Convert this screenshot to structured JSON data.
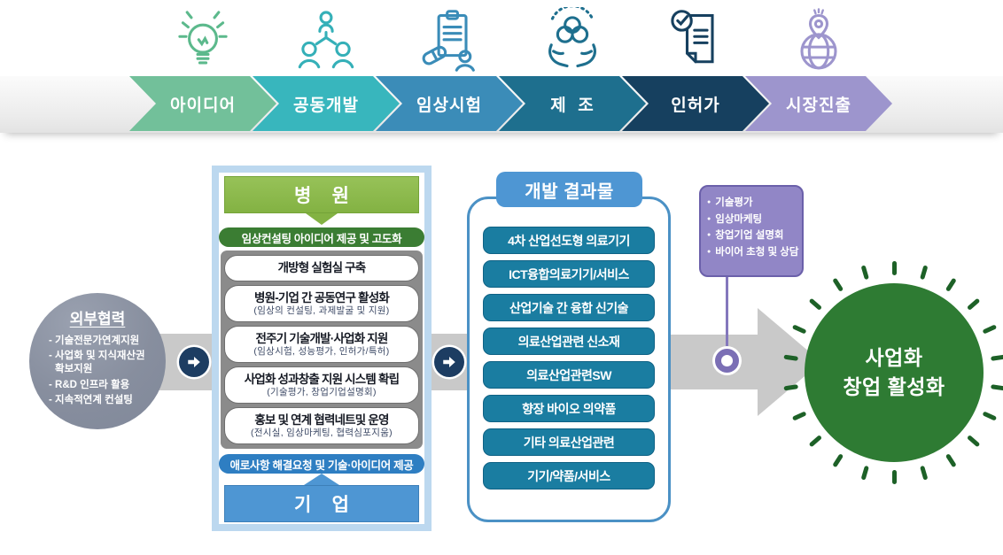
{
  "process": {
    "steps": [
      {
        "label": "아이디어",
        "color": "#72c09a",
        "icon": "lightbulb-icon"
      },
      {
        "label": "공동개발",
        "color": "#38b6bd",
        "icon": "people-group-icon"
      },
      {
        "label": "임상시험",
        "color": "#3b8cb8",
        "icon": "clipboard-pill-icon"
      },
      {
        "label": "제  조",
        "color": "#1e6f8e",
        "icon": "hands-circles-icon"
      },
      {
        "label": "인허가",
        "color": "#16405f",
        "icon": "document-check-icon"
      },
      {
        "label": "시장진출",
        "color": "#9d95cd",
        "icon": "globe-pin-icon"
      }
    ]
  },
  "external_cooperation": {
    "title": "외부협력",
    "items": [
      "기술전문가연계지원",
      "사업화 및 지식재산권 확보지원",
      "R&D 인프라 활용",
      "지속적연계 컨설팅"
    ]
  },
  "mid_panel": {
    "hospital_label": "병    원",
    "hospital_banner": "임상컨설팅 아이디어 제공 및 고도화",
    "activities": [
      {
        "title": "개방형 실험실 구축",
        "subtitle": ""
      },
      {
        "title": "병원-기업 간 공동연구 활성화",
        "subtitle": "(임상의 컨설팅, 과제발굴 및 지원)"
      },
      {
        "title": "전주기 기술개발·사업화 지원",
        "subtitle": "(임상시험, 성능평가, 인허가/특허)"
      },
      {
        "title": "사업화 성과창출 지원 시스템 확립",
        "subtitle": "(기술평가, 창업기업설명회)"
      },
      {
        "title": "홍보 및 연계 협력네트및 운영",
        "subtitle": "(전시실, 임상마케팅, 협력심포지움)"
      }
    ],
    "company_banner": "애로사항 해결요청 및 기술·아이디어 제공",
    "company_label": "기    업"
  },
  "results_panel": {
    "title": "개발 결과물",
    "items": [
      "4차 산업선도형 의료기기",
      "ICT융합의료기기/서비스",
      "산업기술 간 융합 신기술",
      "의료산업관련 신소재",
      "의료산업관련SW",
      "향장 바이오 의약품",
      "기타 의료산업관련",
      "기기/약품/서비스"
    ]
  },
  "support_box": {
    "items": [
      "기술평가",
      "임상마케팅",
      "창업기업 설명회",
      "바이어 초청 및 상담"
    ]
  },
  "outcome_circle": {
    "line1": "사업화",
    "line2": "창업 활성화"
  },
  "colors": {
    "step_idea": "#72c09a",
    "step_codev": "#38b6bd",
    "step_clinical": "#3b8cb8",
    "step_manufacture": "#1e6f8e",
    "step_license": "#16405f",
    "step_market": "#9d95cd",
    "hospital_green": "#83b243",
    "banner_dark_green": "#3b7d33",
    "company_blue": "#4e96d3",
    "banner_blue": "#2e7ec2",
    "result_teal": "#1a7da1",
    "panel_frame_blue": "#bcd8ef",
    "coop_gray": "#878e9e",
    "connector_navy": "#1d3d62",
    "support_purple": "#9186c6",
    "outcome_green": "#2e7b33",
    "arrow_gray": "#c9c9c9"
  }
}
